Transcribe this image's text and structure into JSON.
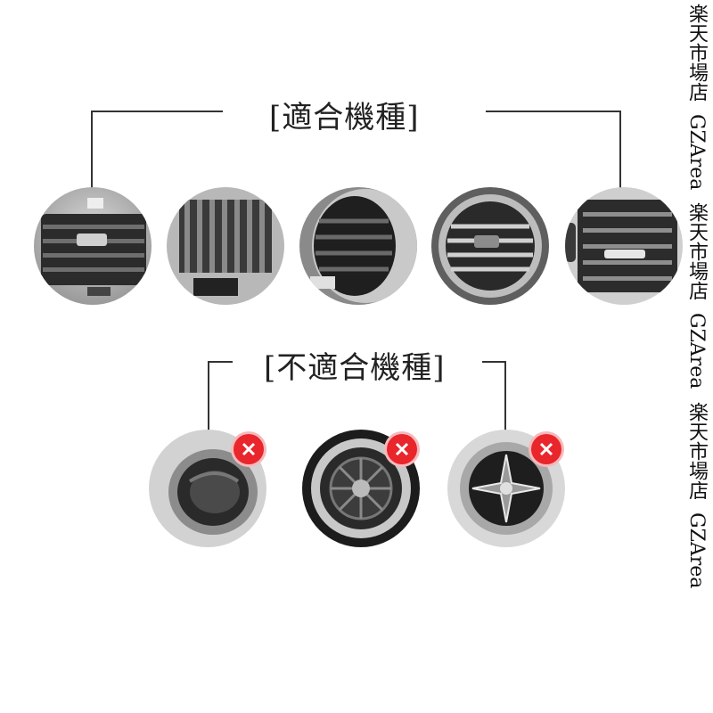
{
  "sections": {
    "compatible": {
      "title": "[適合機種]",
      "vents": [
        "vent-horizontal-slats",
        "vent-rectangular-slats",
        "vent-round-slats",
        "vent-oval-slats",
        "vent-square-slats"
      ]
    },
    "incompatible": {
      "title": "[不適合機種]",
      "vents": [
        "vent-round-dome",
        "vent-round-turbine",
        "vent-round-star"
      ],
      "marker_icon": "x-mark-icon"
    }
  },
  "watermark": [
    "楽天市場店",
    "GZArea",
    "楽天市場店",
    "GZArea",
    "楽天市場店",
    "GZArea"
  ],
  "colors": {
    "line": "#333333",
    "x_badge": "#e8262b"
  }
}
